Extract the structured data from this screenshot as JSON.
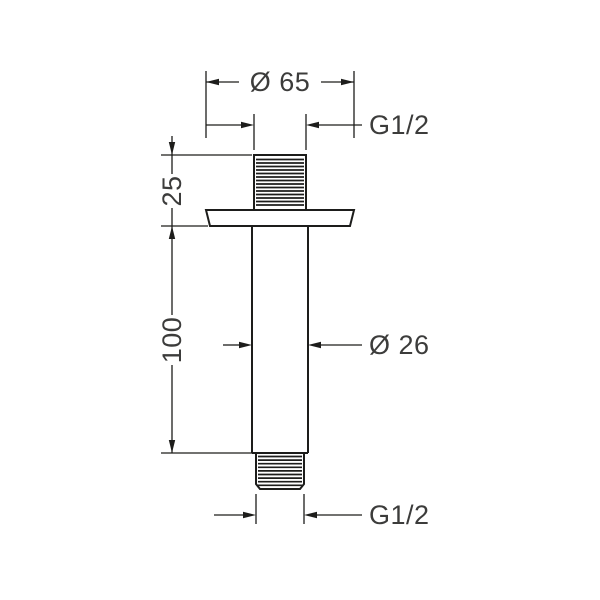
{
  "colors": {
    "line": "#1d1d1b",
    "text": "#3c3c3b",
    "background": "#ffffff"
  },
  "dimensions": {
    "flange_diameter": "Ø 65",
    "top_thread": "G1/2",
    "thread_height": "25",
    "pipe_length": "100",
    "pipe_diameter": "Ø 26",
    "bottom_thread": "G1/2"
  }
}
